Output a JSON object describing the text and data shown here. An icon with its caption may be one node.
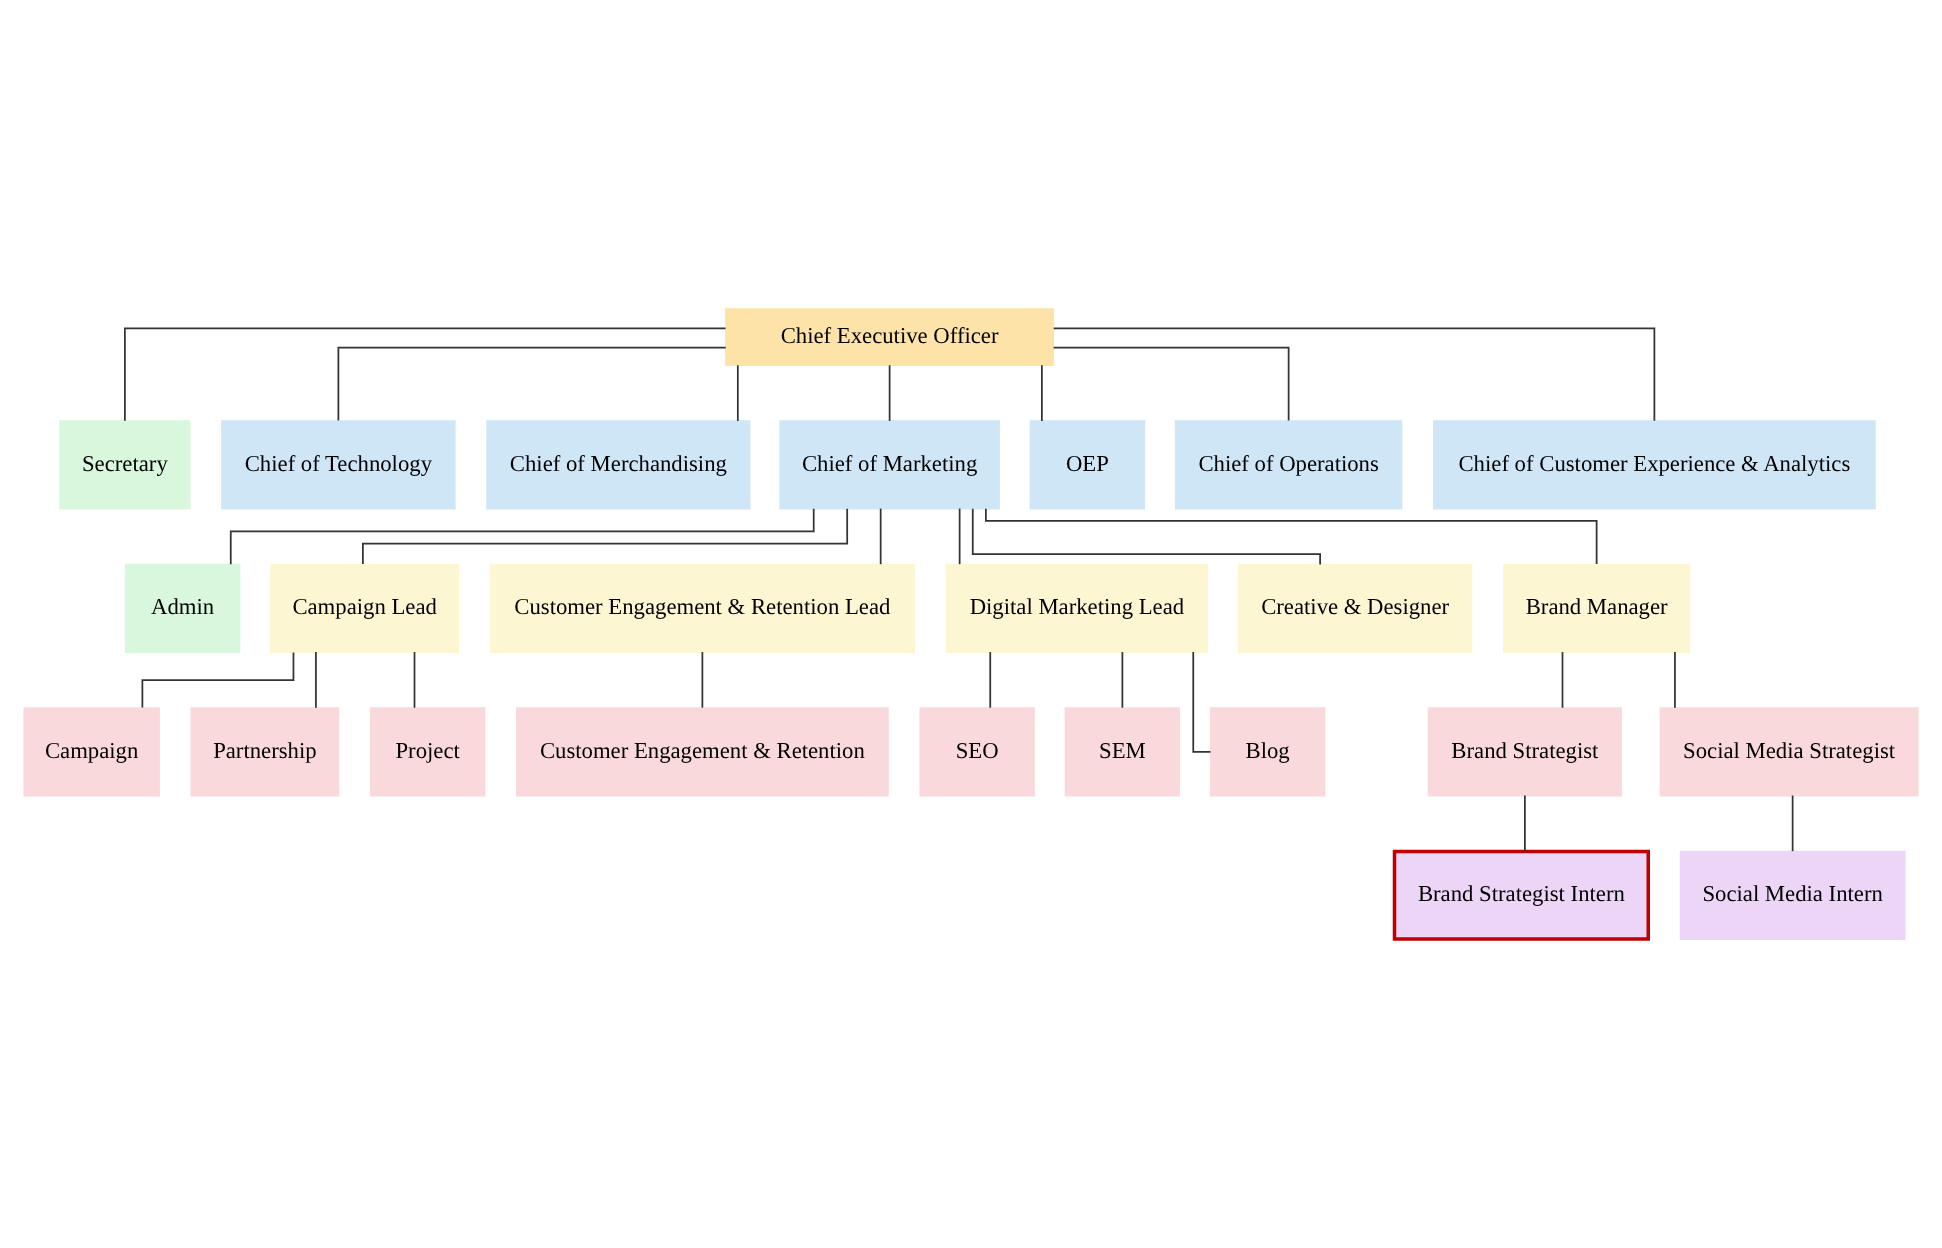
{
  "diagram": {
    "nodes": [
      {
        "text": [
          "Chief Executive Officer"
        ]
      },
      {
        "text": [
          "Secretary"
        ]
      },
      {
        "text": [
          "Chief of Technology"
        ]
      },
      {
        "text": [
          "Chief of Merchandising"
        ]
      },
      {
        "text": [
          "Chief of Marketing"
        ]
      },
      {
        "text": [
          "OEP"
        ]
      },
      {
        "text": [
          "Chief of Operations"
        ]
      },
      {
        "text": [
          "Chief of Customer Experience & Analytics"
        ]
      },
      {
        "text": [
          "Admin"
        ]
      },
      {
        "text": [
          "Campaign Lead"
        ]
      },
      {
        "text": [
          "Customer Engagement & Retention Lead"
        ]
      },
      {
        "text": [
          "Digital Marketing Lead"
        ]
      },
      {
        "text": [
          "Creative & Designer"
        ]
      },
      {
        "text": [
          "Brand Manager"
        ]
      },
      {
        "text": [
          "Campaign"
        ]
      },
      {
        "text": [
          "Partnership"
        ]
      },
      {
        "text": [
          "Project"
        ]
      },
      {
        "text": [
          "Customer Engagement & Retention"
        ]
      },
      {
        "text": [
          "SEO"
        ]
      },
      {
        "text": [
          "SEM"
        ]
      },
      {
        "text": [
          "Blog"
        ]
      },
      {
        "text": [
          "Brand Strategist"
        ]
      },
      {
        "text": [
          "Social Media Strategist"
        ]
      },
      {
        "text": [
          "Brand Strategist Intern"
        ]
      },
      {
        "text": [
          "Social Media Intern"
        ]
      }
    ],
    "edges": [
      {
        "from": 0,
        "to": 1,
        "arrow": "none"
      },
      {
        "from": 0,
        "to": 2,
        "arrow": "none"
      },
      {
        "from": 0,
        "to": 3,
        "arrow": "none"
      },
      {
        "from": 0,
        "to": 4,
        "arrow": "none"
      },
      {
        "from": 0,
        "to": 5,
        "arrow": "none"
      },
      {
        "from": 0,
        "to": 6,
        "arrow": "none"
      },
      {
        "from": 0,
        "to": 7,
        "arrow": "none"
      },
      {
        "from": 4,
        "to": 8,
        "arrow": "none"
      },
      {
        "from": 4,
        "to": 9,
        "arrow": "none"
      },
      {
        "from": 4,
        "to": 10,
        "arrow": "none"
      },
      {
        "from": 4,
        "to": 11,
        "arrow": "none"
      },
      {
        "from": 4,
        "to": 12,
        "arrow": "none"
      },
      {
        "from": 4,
        "to": 13,
        "arrow": "none"
      },
      {
        "from": 9,
        "to": 14,
        "arrow": "none"
      },
      {
        "from": 9,
        "to": 15,
        "arrow": "none"
      },
      {
        "from": 9,
        "to": 16,
        "arrow": "none"
      },
      {
        "from": 10,
        "to": 17,
        "arrow": "none"
      },
      {
        "from": 11,
        "to": 18,
        "arrow": "none"
      },
      {
        "from": 11,
        "to": 19,
        "arrow": "none"
      },
      {
        "from": 11,
        "to": 20,
        "arrow": "none"
      },
      {
        "from": 13,
        "to": 21,
        "arrow": "none"
      },
      {
        "from": 13,
        "to": 22,
        "arrow": "none"
      },
      {
        "from": 21,
        "to": 23,
        "arrow": "none"
      },
      {
        "from": 22,
        "to": 24,
        "arrow": "none"
      }
    ]
  }
}
